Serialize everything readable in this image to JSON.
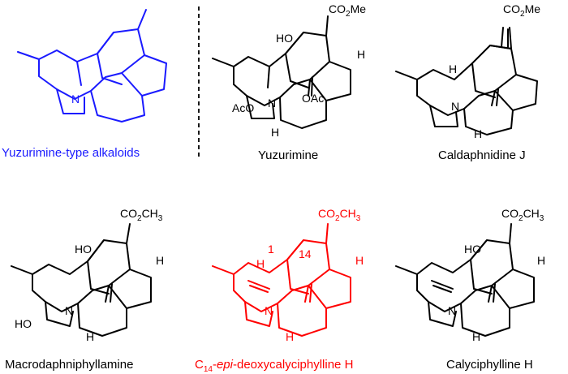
{
  "colors": {
    "generic": "#1a1aff",
    "black": "#000000",
    "target": "#ff0000"
  },
  "captions": {
    "generic": "Yuzurimine-type alkaloids",
    "yuzurimine": "Yuzurimine",
    "caldaphnidine": "Caldaphnidine J",
    "macrodaphni": "Macrodaphniphyllamine",
    "target_prefix": "C",
    "target_sub": "14",
    "target_dash1": "-",
    "target_epi": "epi",
    "target_rest": "-deoxycalyciphylline H",
    "calyci": "Calyciphylline H"
  },
  "atoms": {
    "N": "N",
    "H": "H",
    "HO": "HO",
    "AcO": "AcO",
    "OAc": "OAc",
    "CO2Me": "CO",
    "two": "2",
    "Me": "Me",
    "CH": "CH",
    "three": "3",
    "num1": "1",
    "num14": "14"
  }
}
